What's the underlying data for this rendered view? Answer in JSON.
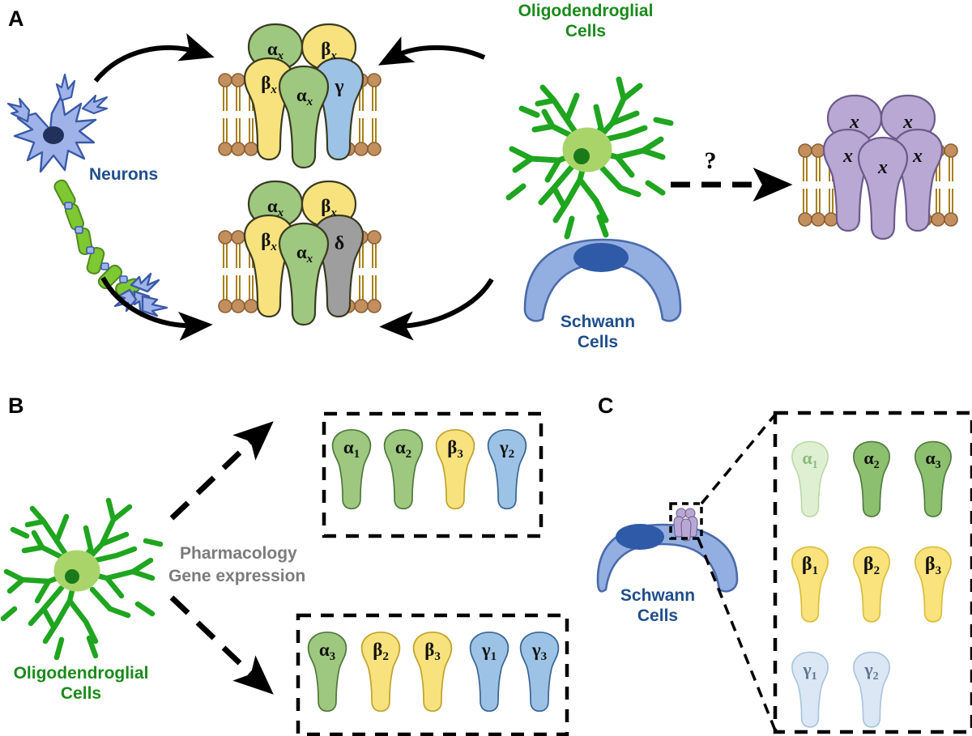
{
  "figure": {
    "panels": [
      {
        "id": "A",
        "label": "A"
      },
      {
        "id": "B",
        "label": "B"
      },
      {
        "id": "C",
        "label": "C"
      }
    ]
  },
  "panelA": {
    "label": "A",
    "cell_labels": {
      "neurons": "Neurons",
      "oligodendroglial_line1": "Oligodendroglial",
      "oligodendroglial_line2": "Cells",
      "schwann_line1": "Schwann",
      "schwann_line2": "Cells"
    },
    "question_mark": "?",
    "receptor_top": {
      "name": "synaptic-gaba-a-receptor",
      "subunits": [
        {
          "pos": "back-left",
          "greek": "α",
          "sub": "x",
          "color": "#9ec87f"
        },
        {
          "pos": "back-right",
          "greek": "β",
          "sub": "x",
          "color": "#f7e27e"
        },
        {
          "pos": "front-left",
          "greek": "β",
          "sub": "x",
          "color": "#f7e27e"
        },
        {
          "pos": "front-mid",
          "greek": "α",
          "sub": "x",
          "color": "#9ec87f"
        },
        {
          "pos": "front-right",
          "greek": "γ",
          "sub": "",
          "color": "#9cc3e5"
        }
      ]
    },
    "receptor_bottom": {
      "name": "extrasynaptic-gaba-a-receptor",
      "subunits": [
        {
          "pos": "back-left",
          "greek": "α",
          "sub": "x",
          "color": "#9ec87f"
        },
        {
          "pos": "back-right",
          "greek": "β",
          "sub": "x",
          "color": "#f7e27e"
        },
        {
          "pos": "front-left",
          "greek": "β",
          "sub": "x",
          "color": "#f7e27e"
        },
        {
          "pos": "front-mid",
          "greek": "α",
          "sub": "x",
          "color": "#9ec87f"
        },
        {
          "pos": "front-right",
          "greek": "δ",
          "sub": "",
          "color": "#9e9e9e"
        }
      ]
    },
    "receptor_unknown": {
      "name": "unknown-glial-receptor",
      "subunits": [
        {
          "pos": "back-left",
          "greek": "x",
          "color": "#b9a8d4"
        },
        {
          "pos": "back-right",
          "greek": "x",
          "color": "#b9a8d4"
        },
        {
          "pos": "front-left",
          "greek": "x",
          "color": "#b9a8d4"
        },
        {
          "pos": "front-mid",
          "greek": "x",
          "color": "#b9a8d4"
        },
        {
          "pos": "front-right",
          "greek": "x",
          "color": "#b9a8d4"
        }
      ]
    }
  },
  "panelB": {
    "label": "B",
    "cell_label_line1": "Oligodendroglial",
    "cell_label_line2": "Cells",
    "method_line1": "Pharmacology",
    "method_line2": "Gene expression",
    "box_top": {
      "name": "oligodendroglia-subunit-set-1",
      "subunits": [
        {
          "greek": "α",
          "sub": "1",
          "color": "#9ec87f",
          "stroke": "#4e7a3d",
          "opacity": 1
        },
        {
          "greek": "α",
          "sub": "2",
          "color": "#9ec87f",
          "stroke": "#4e7a3d",
          "opacity": 1
        },
        {
          "greek": "β",
          "sub": "3",
          "color": "#f7e27e",
          "stroke": "#c0a32c",
          "opacity": 1
        },
        {
          "greek": "γ",
          "sub": "2",
          "color": "#9cc3e5",
          "stroke": "#3a6694",
          "opacity": 1
        }
      ]
    },
    "box_bottom": {
      "name": "oligodendroglia-subunit-set-2",
      "subunits": [
        {
          "greek": "α",
          "sub": "3",
          "color": "#9ec87f",
          "stroke": "#4e7a3d",
          "opacity": 1
        },
        {
          "greek": "β",
          "sub": "2",
          "color": "#f7e27e",
          "stroke": "#c0a32c",
          "opacity": 1
        },
        {
          "greek": "β",
          "sub": "3",
          "color": "#f7e27e",
          "stroke": "#c0a32c",
          "opacity": 1
        },
        {
          "greek": "γ",
          "sub": "1",
          "color": "#9cc3e5",
          "stroke": "#3a6694",
          "opacity": 1
        },
        {
          "greek": "γ",
          "sub": "3",
          "color": "#9cc3e5",
          "stroke": "#3a6694",
          "opacity": 1
        }
      ]
    }
  },
  "panelC": {
    "label": "C",
    "cell_label_line1": "Schwann",
    "cell_label_line2": "Cells",
    "box": {
      "name": "schwann-subunit-grid",
      "rows": [
        {
          "name": "alpha-row",
          "subunits": [
            {
              "greek": "α",
              "sub": "1",
              "color": "#dff0d2",
              "stroke": "#b9d9a6",
              "faded": true
            },
            {
              "greek": "α",
              "sub": "2",
              "color": "#8cbf6e",
              "stroke": "#4e7a3d",
              "faded": false
            },
            {
              "greek": "α",
              "sub": "3",
              "color": "#8cbf6e",
              "stroke": "#4e7a3d",
              "faded": false
            }
          ]
        },
        {
          "name": "beta-row",
          "subunits": [
            {
              "greek": "β",
              "sub": "1",
              "color": "#fae27c",
              "stroke": "#d8bc3a",
              "faded": false
            },
            {
              "greek": "β",
              "sub": "2",
              "color": "#fae27c",
              "stroke": "#d8bc3a",
              "faded": false
            },
            {
              "greek": "β",
              "sub": "3",
              "color": "#fae27c",
              "stroke": "#d8bc3a",
              "faded": false
            }
          ]
        },
        {
          "name": "gamma-row",
          "subunits": [
            {
              "greek": "γ",
              "sub": "1",
              "color": "#dbe7f4",
              "stroke": "#a9c3de",
              "faded": true
            },
            {
              "greek": "γ",
              "sub": "2",
              "color": "#dbe7f4",
              "stroke": "#a9c3de",
              "faded": true
            }
          ]
        }
      ]
    }
  },
  "colors": {
    "membrane_head": "#c38f5e",
    "membrane_head_stroke": "#8a5f33",
    "membrane_tail": "#a8801a",
    "neuron_body": "#9fb3e8",
    "neuron_stroke": "#3a5aa8",
    "neuron_nucleus": "#22305c",
    "myelin": "#7ec832",
    "myelin_stroke": "#4f8a20",
    "oligo_branch": "#1fa51f",
    "oligo_soma": "#a8d46a",
    "oligo_nucleus": "#1a7a1a",
    "schwann_body": "#93aee0",
    "schwann_stroke": "#4a6bab",
    "schwann_nucleus": "#2e5aa8",
    "purple_receptor": "#b9a8d4",
    "purple_stroke": "#6b5a8a",
    "arrow_black": "#000000",
    "gray_text": "#7b7b7b",
    "green_text": "#1a8a1a",
    "blue_text": "#1f4e8c"
  }
}
